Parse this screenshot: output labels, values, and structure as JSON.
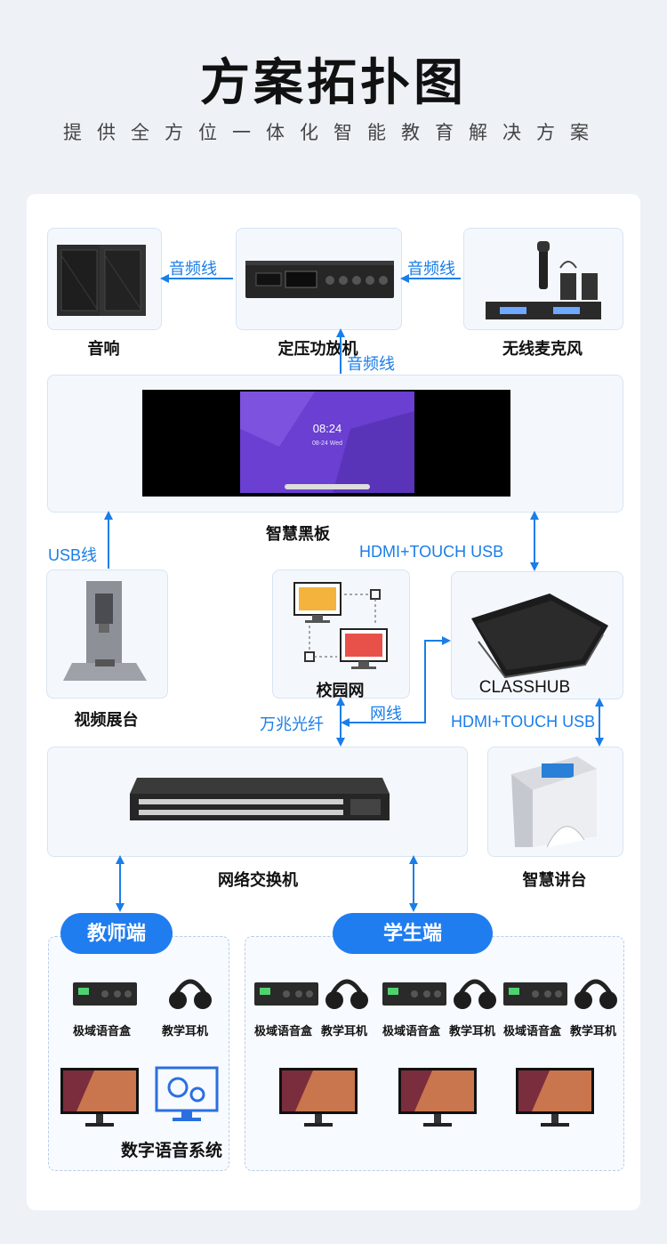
{
  "header": {
    "title": "方案拓扑图",
    "subtitle": "提供全方位一体化智能教育解决方案"
  },
  "devices": {
    "speaker": "音响",
    "amplifier": "定压功放机",
    "microphone": "无线麦克风",
    "blackboard": "智慧黑板",
    "visualizer": "视频展台",
    "campus_net": "校园网",
    "classhub": "CLASSHUB",
    "switch": "网络交换机",
    "podium": "智慧讲台"
  },
  "links": {
    "audio_line_1": "音频线",
    "audio_line_2": "音频线",
    "audio_line_3": "音频线",
    "usb": "USB线",
    "hdmi_touch_1": "HDMI+TOUCH USB",
    "hdmi_touch_2": "HDMI+TOUCH USB",
    "fiber": "万兆光纤",
    "network": "网线"
  },
  "screen": {
    "time": "08:24",
    "date": "08-24 Wed"
  },
  "teacher": {
    "title": "教师端",
    "voice_box": "极域语音盒",
    "headset": "教学耳机",
    "system": "数字语音系统"
  },
  "student": {
    "title": "学生端",
    "groups": [
      {
        "voice_box": "极域语音盒",
        "headset": "教学耳机"
      },
      {
        "voice_box": "极域语音盒",
        "headset": "教学耳机"
      },
      {
        "voice_box": "极域语音盒",
        "headset": "教学耳机"
      }
    ]
  },
  "colors": {
    "accent": "#1f7df0",
    "line_blue": "#1a7ee8",
    "panel": "#ffffff",
    "box": "#f4f8fd"
  }
}
